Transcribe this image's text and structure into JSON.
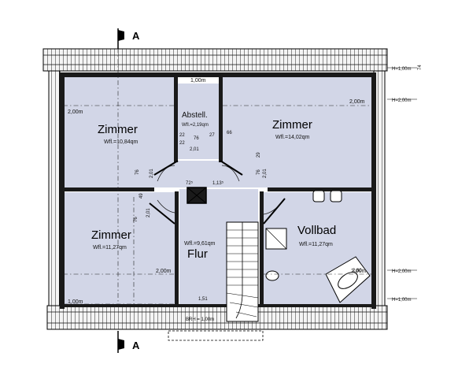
{
  "section_label": "A",
  "rooms": [
    {
      "name": "Zimmer",
      "area": "Wfl.=10,84qm"
    },
    {
      "name": "Abstell.",
      "area": "Wfl.=2,19qm"
    },
    {
      "name": "Zimmer",
      "area": "Wfl.=14,02qm"
    },
    {
      "name": "Zimmer",
      "area": "Wfl.=11,27qm"
    },
    {
      "name": "Flur",
      "area": "Wfl.=9,61qm"
    },
    {
      "name": "Vollbad",
      "area": "Wfl.=11,27qm"
    }
  ],
  "dims": {
    "h100_top": "1,00m",
    "h200_left": "2,00m",
    "h200_right": "2,00m",
    "h200_lower_left": "2,00m",
    "h200_lower_right": "2,00m",
    "h100_bottom": "1,00m",
    "d201a": "2,01",
    "d201b": "2,01",
    "d201c": "2,01",
    "d201d": "2,01",
    "d76a": "76",
    "d76b": "76",
    "d76c": "76",
    "d76d": "76",
    "d22a": "22",
    "d22b": "22",
    "d27": "27",
    "d66": "66",
    "d29": "29",
    "d49": "49",
    "d725": "72⁵",
    "d1135": "1,13⁵",
    "d151": "1,51",
    "d280": "2,80",
    "brh": "BRH = 1,00m",
    "r_h100": "H=1,00m",
    "r_h200": "H=2,00m",
    "r_h200b": "H=2,00m",
    "r_h100b": "H=1,00m",
    "r_74": "74"
  }
}
